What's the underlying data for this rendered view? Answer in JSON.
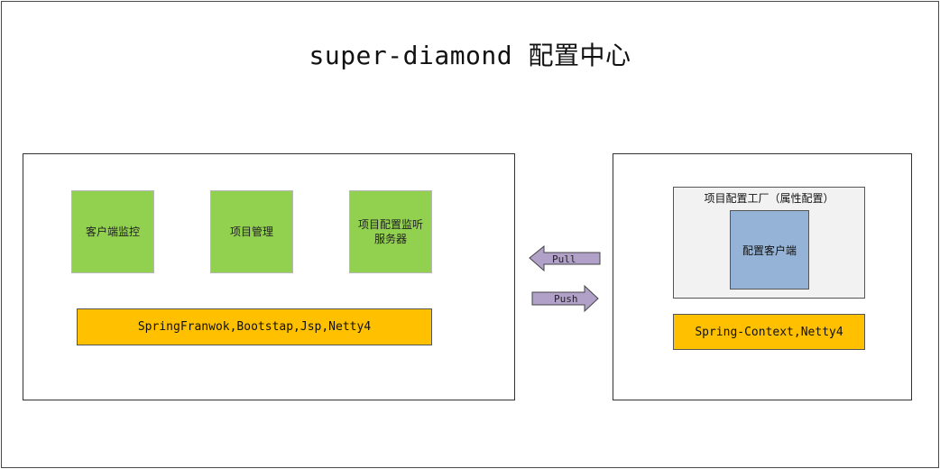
{
  "title": "super-diamond 配置中心",
  "server": {
    "modules": [
      "客户端监控",
      "项目管理",
      "项目配置监听\n服务器"
    ],
    "tech": "SpringFranwok,Bootstap,Jsp,Netty4"
  },
  "arrows": {
    "pull": "Pull",
    "push": "Push"
  },
  "client_side": {
    "factory_label": "项目配置工厂（属性配置）",
    "client_label": "配置客户端",
    "tech": "Spring-Context,Netty4"
  },
  "colors": {
    "module": "#92d050",
    "tech_bar": "#ffc000",
    "factory": "#f2f2f2",
    "client": "#95b3d7",
    "arrow": "#b1a0c7"
  }
}
